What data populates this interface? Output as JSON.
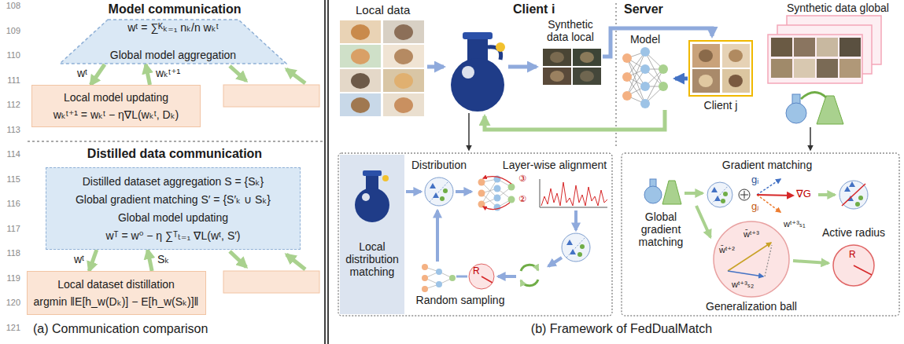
{
  "diagram": {
    "nodes": [
      {
        "text": [
          "wᵗ = ∑ᴷₖ₌₁ nₖ/n wₖᵗ",
          "Global model aggregation"
        ]
      },
      {
        "text": [
          "Local model updating",
          "wₖᵗ⁺¹ = wₖᵗ − η∇L(wₖᵗ, Dₖ)"
        ]
      },
      {
        "text": [
          "Distilled dataset aggregation S = {Sₖ}",
          "Global gradient matching S′ = {S′ₖ ∪ Sₖ}",
          "Global model updating",
          "wᵀ = w⁰ − η ∑ᵀₜ₌₁ ∇L(wᵗ, S′)"
        ]
      },
      {
        "text": [
          "Local dataset distillation",
          "argmin ‖E[h_w(Dₖ)] − E[h_w(Sₖ)]‖"
        ]
      },
      {
        "text": [
          "Local distribution matching"
        ]
      }
    ],
    "edges": [
      {
        "from": 0,
        "to": 1,
        "arrow": "to",
        "label": "wᵗ"
      },
      {
        "from": 1,
        "to": 0,
        "arrow": "to",
        "label": "wₖᵗ⁺¹"
      },
      {
        "from": 2,
        "to": 3,
        "arrow": "to",
        "label": "wᵗ"
      },
      {
        "from": 3,
        "to": 2,
        "arrow": "to",
        "label": "Sₖ"
      }
    ],
    "labels": [
      "108",
      "109",
      "110",
      "111",
      "112",
      "113",
      "114",
      "115",
      "116",
      "117",
      "118",
      "119",
      "120",
      "121",
      "Model communication",
      "Distilled data communication",
      "(a) Communication comparison",
      "Local data",
      "Client i",
      "Synthetic data local",
      "Server",
      "Synthetic data global",
      "Model",
      "Client j",
      "Distribution",
      "Layer-wise alignment",
      "③",
      "②",
      "R",
      "Random sampling",
      "(b) Framework of FedDualMatch",
      "Global gradient matching",
      "Gradient matching",
      "gᵢ",
      "gⱼ",
      "∇G",
      "w̄ᵗ⁺³",
      "w̄ᵗ⁺²",
      "wᵗ⁺³ₛ₁",
      "wᵗ⁺³ₛ₂",
      "Generalization ball",
      "Active radius",
      "R"
    ]
  }
}
